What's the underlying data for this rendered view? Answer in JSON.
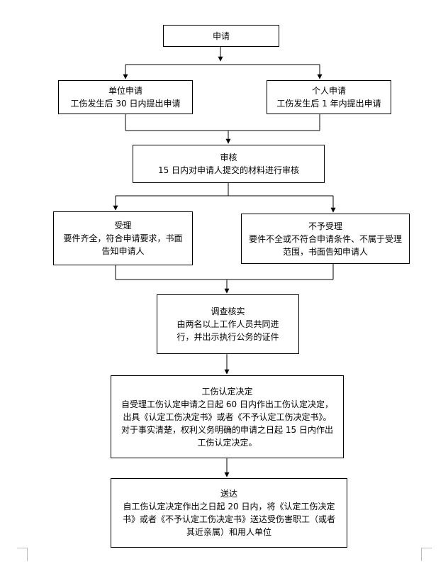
{
  "flowchart": {
    "apply": {
      "title": "申请"
    },
    "unit": {
      "title": "单位申请",
      "detail": "工伤发生后 30 日内提出申请"
    },
    "personal": {
      "title": "个人申请",
      "detail": "工伤发生后 1 年内提出申请"
    },
    "review": {
      "title": "审核",
      "detail": "15 日内对申请人提交的材料进行审核"
    },
    "accept": {
      "title": "受理",
      "detail": "要件齐全，符合申请要求，书面告知申请人"
    },
    "reject": {
      "title": "不予受理",
      "detail": "要件不全或不符合申请条件、不属于受理范围，书面告知申请人"
    },
    "investigate": {
      "title": "调查核实",
      "detail": "由两名以上工作人员共同进行，并出示执行公务的证件"
    },
    "decision": {
      "title": "工伤认定决定",
      "detail": "自受理工伤认定申请之日起 60 日内作出工伤认定决定，出具《认定工伤决定书》或者《不予认定工伤决定书》。对于事实清楚，权利义务明确的申请之日起 15 日内作出工伤认定决定。"
    },
    "delivery": {
      "title": "送达",
      "detail": "自工伤认定决定作出之日起 20 日内，将《认定工伤决定书》或者《不予认定工伤决定书》送达受伤害职工（或者其近亲属）和用人单位"
    }
  }
}
